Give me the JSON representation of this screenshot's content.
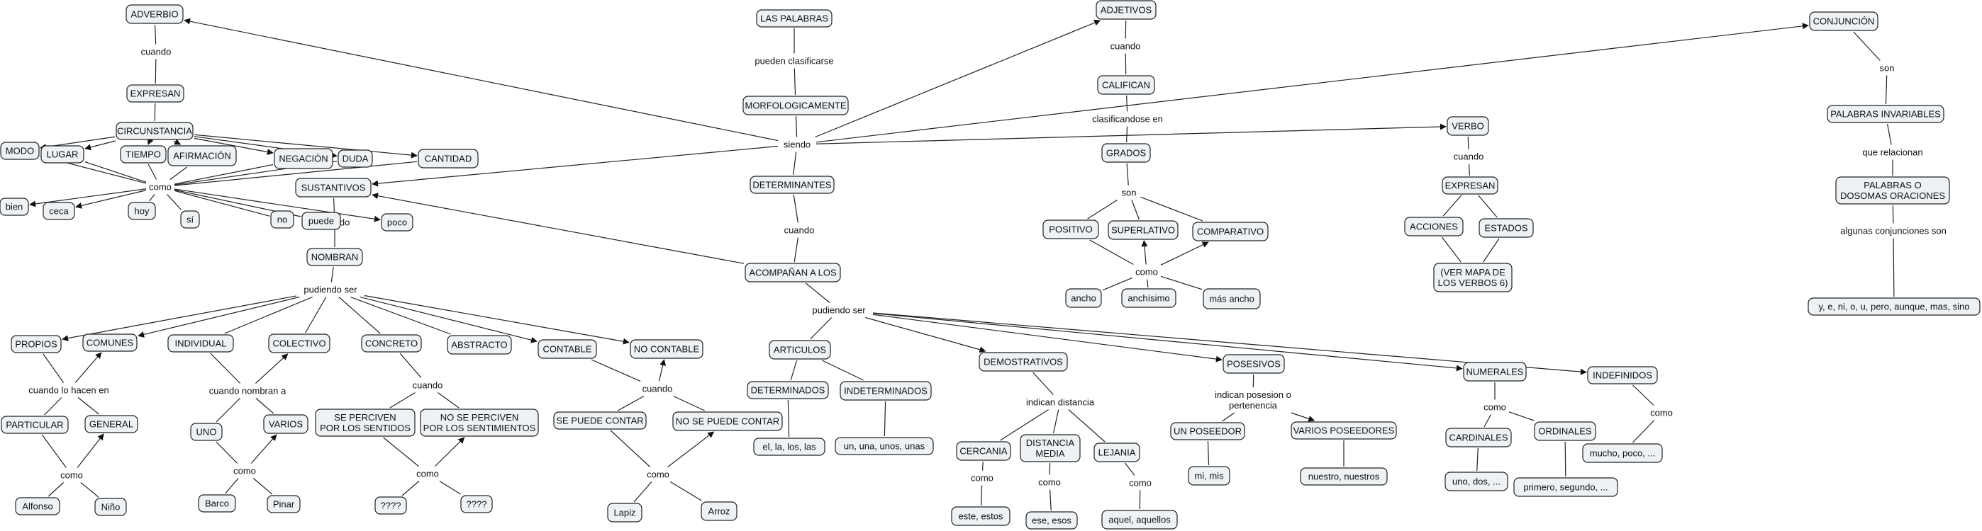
{
  "nodes": {
    "adverbio": "ADVERBIO",
    "expresan_adv": "EXPRESAN",
    "circunstancia": "CIRCUNSTANCIA",
    "modo": "MODO",
    "lugar": "LUGAR",
    "tiempo": "TIEMPO",
    "afirmacion": "AFIRMACIÓN",
    "negacion": "NEGACIÓN",
    "duda": "DUDA",
    "cantidad": "CANTIDAD",
    "bien": "bien",
    "ceca": "ceca",
    "hoy": "hoy",
    "si": "sí",
    "no": "no",
    "puede": "puede",
    "poco": "poco",
    "sustantivos": "SUSTANTIVOS",
    "nombran": "NOMBRAN",
    "propios": "PROPIOS",
    "comunes": "COMUNES",
    "individual": "INDIVIDUAL",
    "colectivo": "COLECTIVO",
    "concreto": "CONCRETO",
    "abstracto": "ABSTRACTO",
    "contable": "CONTABLE",
    "no_contable": "NO CONTABLE",
    "particular": "PARTICULAR",
    "general": "GENERAL",
    "alfonso": "Alfonso",
    "nino": "Niño",
    "uno": "UNO",
    "varios": "VARIOS",
    "barco": "Barco",
    "pinar": "Pinar",
    "se_perciven_sentidos": [
      "SE PERCIVEN",
      "POR LOS SENTIDOS"
    ],
    "no_se_perciven": [
      "NO SE PERCIVEN",
      "POR LOS SENTIMIENTOS"
    ],
    "q1": "????",
    "q2": "????",
    "se_puede_contar": "SE PUEDE CONTAR",
    "no_se_puede_contar": "NO SE PUEDE CONTAR",
    "lapiz": "Lapiz",
    "arroz": "Arroz",
    "las_palabras": "LAS PALABRAS",
    "morfologicamente": "MORFOLOGICAMENTE",
    "determinantes": "DETERMINANTES",
    "acompanan": "ACOMPAÑAN A LOS",
    "articulos": "ARTICULOS",
    "determinados": "DETERMINADOS",
    "indeterminados": "INDETERMINADOS",
    "el_la": "el, la, los, las",
    "un_una": "un, una, unos, unas",
    "demostrativos": "DEMOSTRATIVOS",
    "cercania": "CERCANIA",
    "distancia_media": [
      "DISTANCIA",
      "MEDIA"
    ],
    "lejania": "LEJANIA",
    "este": "este, estos",
    "ese": "ese, esos",
    "aquel": "aquel, aquellos",
    "posesivos": "POSESIVOS",
    "un_poseedor": "UN POSEEDOR",
    "varios_poseedores": "VARIOS POSEEDORES",
    "mi_mis": "mi, mis",
    "nuestro": "nuestro, nuestros",
    "numerales": "NUMERALES",
    "cardinales": "CARDINALES",
    "ordinales": "ORDINALES",
    "uno_dos": "uno, dos, ...",
    "primero": "primero, segundo, ...",
    "indefinidos": "INDEFINIDOS",
    "mucho": "mucho, poco, ...",
    "adjetivos": "ADJETIVOS",
    "califican": "CALIFICAN",
    "grados": "GRADOS",
    "positivo": "POSITIVO",
    "superlativo": "SUPERLATIVO",
    "comparativo": "COMPARATIVO",
    "ancho": "ancho",
    "anchisimo": "anchísimo",
    "mas_ancho": "más ancho",
    "verbo": "VERBO",
    "expresan_verbo": "EXPRESAN",
    "acciones": "ACCIONES",
    "estados": "ESTADOS",
    "ver_mapa": [
      "(VER MAPA DE",
      "LOS VERBOS 6)"
    ],
    "conjuncion": "CONJUNCIÓN",
    "palabras_invariables": "PALABRAS INVARIABLES",
    "palabras_o": [
      "PALABRAS O",
      "DOSOMAS ORACIONES"
    ],
    "conj_list": "y, e, ni, o, u, pero, aunque, mas, sino"
  },
  "link_phrases": {
    "adv_cuando": "cuando",
    "adv_como": "como",
    "sust_cuando": "cuando",
    "pudiendo_ser_sust": "pudiendo ser",
    "cuando_lo_hacen_en": "cuando lo hacen en",
    "como_propios": "como",
    "cuando_nombran_a": "cuando nombran a",
    "como_colectivo": "como",
    "cuando_concreto": "cuando",
    "como_concreto": "como",
    "cuando_contable": "cuando",
    "como_contable": "como",
    "pueden_clasificarse": "pueden clasificarse",
    "siendo": "siendo",
    "det_cuando": "cuando",
    "pudiendo_ser_det": "pudiendo ser",
    "indican_distancia": "indican distancia",
    "como_cercania": "como",
    "como_media": "como",
    "como_lejania": "como",
    "indican_posesion": [
      "indican posesion o",
      "pertenencia"
    ],
    "como_numerales": "como",
    "como_indefinidos": "como",
    "adj_cuando": "cuando",
    "clasificandose_en": "clasificandose en",
    "son_grados": "son",
    "como_grados": "como",
    "verbo_cuando": "cuando",
    "conj_son": "son",
    "que_relacionan": "que relacionan",
    "algunas_conj_son": "algunas conjunciones son"
  }
}
